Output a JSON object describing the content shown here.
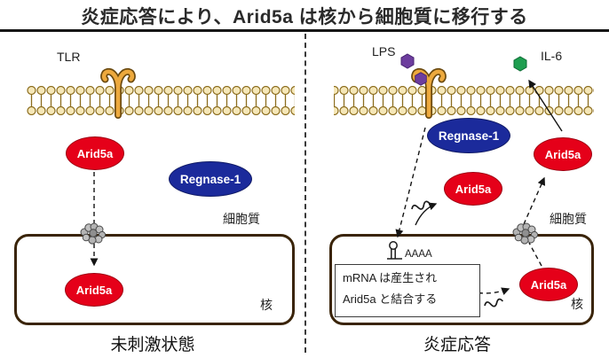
{
  "title": "炎症応答により、Arid5a は核から細胞質に移行する",
  "left_panel": {
    "receptor_label": "TLR",
    "arid5a_cytoplasm": "Arid5a",
    "regnase_label": "Regnase-1",
    "cytoplasm_label": "細胞質",
    "arid5a_nucleus": "Arid5a",
    "nucleus_label": "核",
    "caption": "未刺激状態"
  },
  "right_panel": {
    "lps_label": "LPS",
    "il6_label": "IL-6",
    "regnase_label": "Regnase-1",
    "arid5a_cytoplasm_top": "Arid5a",
    "arid5a_cytoplasm_mid": "Arid5a",
    "arid5a_nucleus": "Arid5a",
    "cytoplasm_label": "細胞質",
    "nucleus_label": "核",
    "mrna_polya_label": "AAAA",
    "note_line1": "mRNA は産生され",
    "note_line2": "Arid5a と結合する",
    "caption": "炎症応答"
  },
  "colors": {
    "arid5a_fill": "#e50019",
    "regnase_fill": "#1b2a9b",
    "membrane_head": "#f5e7b8",
    "membrane_outline": "#8c6d1e",
    "receptor_fill": "#eda93d",
    "receptor_outline": "#6b4a10",
    "nucleus_border": "#3a2409",
    "lps_fill": "#6d3d9e",
    "il6_fill": "#1e9e50"
  },
  "icons": {
    "lps": "purple-hexagon",
    "il6": "green-hexagon",
    "receptor": "tlr-y-shaped-receptor",
    "nuclear_pore": "gray-pore-complex",
    "mrna": "wavy-line",
    "mrna_stem_loop": "stem-loop-with-polyA-tail"
  }
}
